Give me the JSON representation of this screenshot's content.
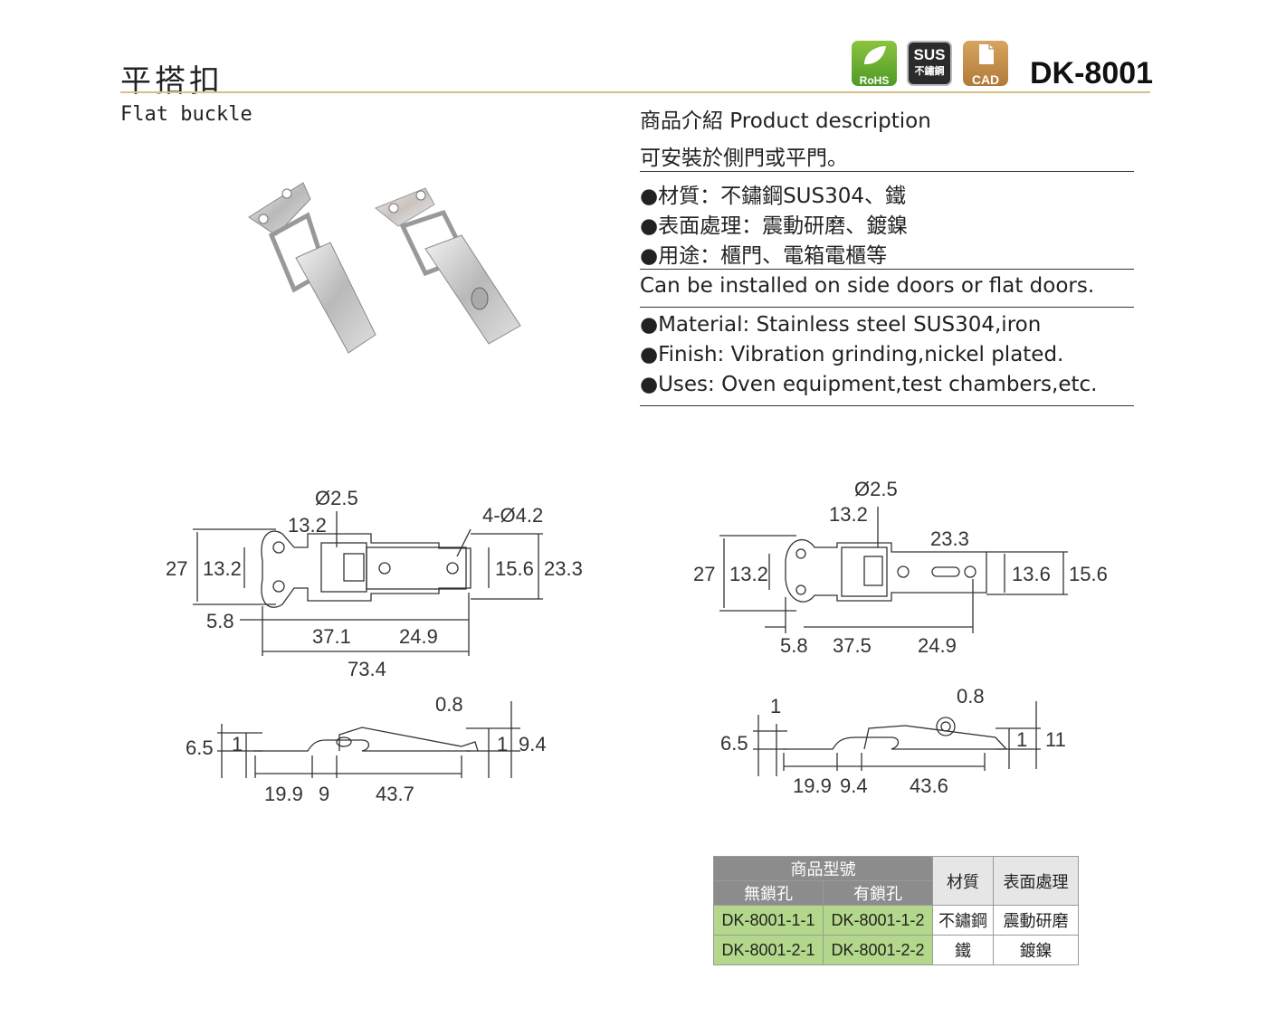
{
  "header": {
    "title_cn": "平搭扣",
    "title_en": "Flat buckle",
    "model": "DK-8001",
    "badges": {
      "rohs": "RoHS",
      "sus_top": "SUS",
      "sus_bottom": "不鏽鋼",
      "cad": "CAD"
    }
  },
  "description": {
    "heading": "商品介紹 Product description",
    "intro_cn": "可安裝於側門或平門。",
    "bullets_cn": [
      "●材質：不鏽鋼SUS304、鐵",
      "●表面處理：震動研磨、鍍鎳",
      "●用途：櫃門、電箱電櫃等"
    ],
    "intro_en": "Can be installed on side doors or flat doors.",
    "bullets_en": [
      "●Material: Stainless steel SUS304,iron",
      "●Finish: Vibration grinding,nickel plated.",
      "●Uses: Oven equipment,test chambers,etc."
    ]
  },
  "drawings": {
    "left_top": {
      "d1": "Ø2.5",
      "d2": "13.2",
      "d3": "4-Ø4.2",
      "d4": "27",
      "d5": "13.2",
      "d6": "15.6",
      "d7": "23.3",
      "d8": "5.8",
      "d9": "37.1",
      "d10": "24.9",
      "d11": "73.4"
    },
    "left_side": {
      "d1": "0.8",
      "d2": "6.5",
      "d3": "1",
      "d4": "1",
      "d5": "9.4",
      "d6": "19.9",
      "d7": "9",
      "d8": "43.7"
    },
    "right_top": {
      "d1": "Ø2.5",
      "d2": "13.2",
      "d3": "23.3",
      "d4": "27",
      "d5": "13.2",
      "d6": "13.6",
      "d7": "15.6",
      "d8": "5.8",
      "d9": "37.5",
      "d10": "24.9"
    },
    "right_side": {
      "d1": "1",
      "d2": "0.8",
      "d3": "6.5",
      "d4": "1",
      "d5": "11",
      "d6": "19.9",
      "d7": "9.4",
      "d8": "43.6"
    }
  },
  "spec_table": {
    "header_group": "商品型號",
    "col_no_lock": "無鎖孔",
    "col_lock": "有鎖孔",
    "col_material": "材質",
    "col_finish": "表面處理",
    "rows": [
      [
        "DK-8001-1-1",
        "DK-8001-1-2",
        "不鏽鋼",
        "震動研磨"
      ],
      [
        "DK-8001-2-1",
        "DK-8001-2-2",
        "鐵",
        "鍍鎳"
      ]
    ]
  }
}
